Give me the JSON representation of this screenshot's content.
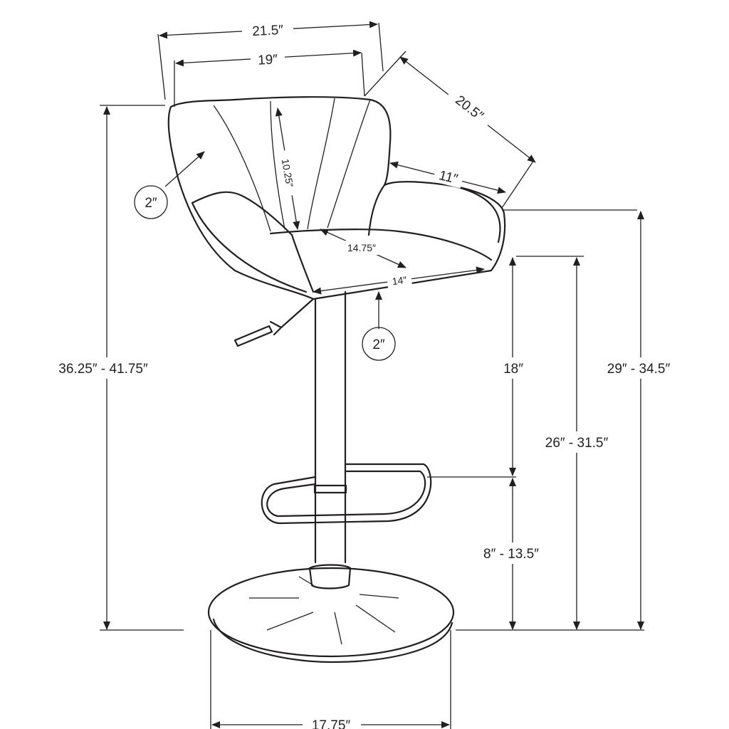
{
  "dimensions": {
    "overall_width": "21.5″",
    "back_width": "19″",
    "overall_depth": "20.5″",
    "arm_length": "11″",
    "back_height": "10.25″",
    "back_thickness": "2″",
    "seat_depth": "14.75″",
    "seat_width": "14″",
    "seat_thickness": "2″",
    "overall_height": "36.25″ - 41.75″",
    "seat_to_arm": "18″",
    "arm_height": "29″ - 34.5″",
    "seat_height": "26″ - 31.5″",
    "footrest_height": "8″ - 13.5″",
    "base_diameter": "17.75″"
  },
  "colors": {
    "line": "#231f20",
    "background": "#ffffff"
  }
}
